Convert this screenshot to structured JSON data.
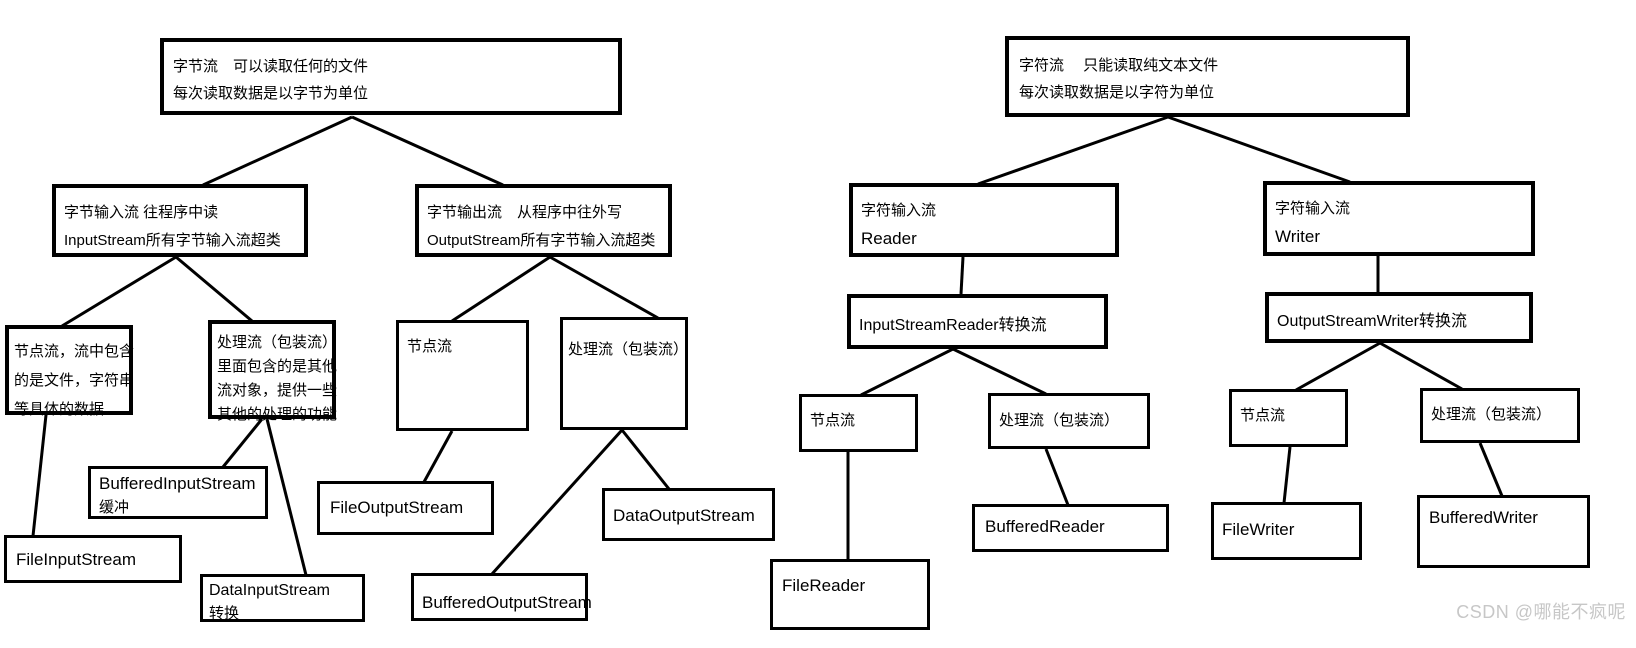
{
  "byte_tree": {
    "root": {
      "line1": "字节流　可以读取任何的文件",
      "line2": "每次读取数据是以字节为单位"
    },
    "input": {
      "line1": "字节输入流 往程序中读",
      "line2": "InputStream所有字节输入流超类"
    },
    "output": {
      "line1": "字节输出流　从程序中往外写",
      "line2": "OutputStream所有字节输入流超类"
    },
    "node_desc": {
      "line1": "节点流，流中包含",
      "line2": "的是文件，字符串",
      "line3": "等具体的数据"
    },
    "process_desc": {
      "line1": "处理流（包装流）",
      "line2": "里面包含的是其他",
      "line3": "流对象，提供一些",
      "line4": "其他的处理的功能"
    },
    "output_node": {
      "line1": "节点流"
    },
    "output_process": {
      "line1": "处理流（包装流）"
    },
    "buffered_input": {
      "line1": "BufferedInputStream",
      "line2": "缓冲"
    },
    "file_input": {
      "line1": "FileInputStream"
    },
    "data_input": {
      "line1": "DataInputStream",
      "line2": "转换"
    },
    "file_output": {
      "line1": "FileOutputStream"
    },
    "data_output": {
      "line1": "DataOutputStream"
    },
    "buffered_output": {
      "line1": "BufferedOutputStream"
    }
  },
  "char_tree": {
    "root": {
      "line1": "字符流　 只能读取纯文本文件",
      "line2": "每次读取数据是以字符为单位"
    },
    "reader": {
      "line1": "字符输入流",
      "line2": "Reader"
    },
    "writer": {
      "line1": "字符输入流",
      "line2": "Writer"
    },
    "input_stream_reader": {
      "line1": "InputStreamReader转换流"
    },
    "output_stream_writer": {
      "line1": "OutputStreamWriter转换流"
    },
    "reader_node": {
      "line1": "节点流"
    },
    "reader_process": {
      "line1": "处理流（包装流）"
    },
    "file_reader": {
      "line1": "FileReader"
    },
    "buffered_reader": {
      "line1": "BufferedReader"
    },
    "writer_node": {
      "line1": "节点流"
    },
    "writer_process": {
      "line1": "处理流（包装流）"
    },
    "file_writer": {
      "line1": "FileWriter"
    },
    "buffered_writer": {
      "line1": "BufferedWriter"
    }
  },
  "watermark": "CSDN @哪能不疯呢",
  "colors": {
    "line": "#000000",
    "background": "#ffffff",
    "watermark": "#c7c7c7"
  }
}
